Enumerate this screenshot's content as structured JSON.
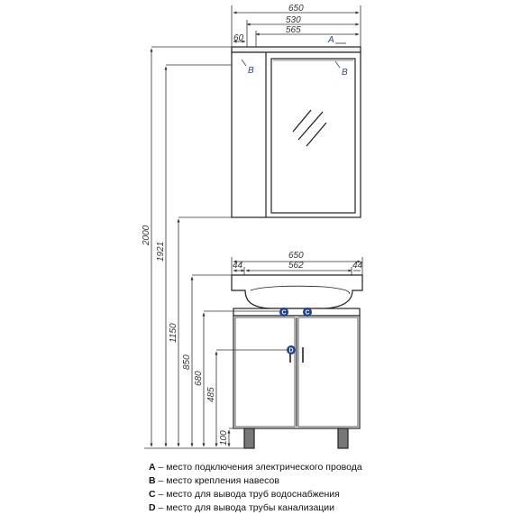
{
  "top_dims": {
    "overall": "650",
    "inner": "530",
    "door": "565",
    "shelf": "60",
    "mark_a": "A",
    "mark_b_left": "B",
    "mark_b_right": "B"
  },
  "sink_dims": {
    "overall": "650",
    "left": "44",
    "bowl": "562",
    "right": "44",
    "mark_c_left": "C",
    "mark_c_right": "C",
    "mark_d": "D"
  },
  "heights": [
    "2000",
    "1921",
    "1150",
    "850",
    "680",
    "485",
    "100"
  ],
  "legend": [
    {
      "key": "A",
      "text": " – место подключения электрического провода"
    },
    {
      "key": "B",
      "text": " – место крепления навесов"
    },
    {
      "key": "C",
      "text": " – место для вывода труб водоснабжения"
    },
    {
      "key": "D",
      "text": " – место для вывода трубы канализации"
    }
  ]
}
